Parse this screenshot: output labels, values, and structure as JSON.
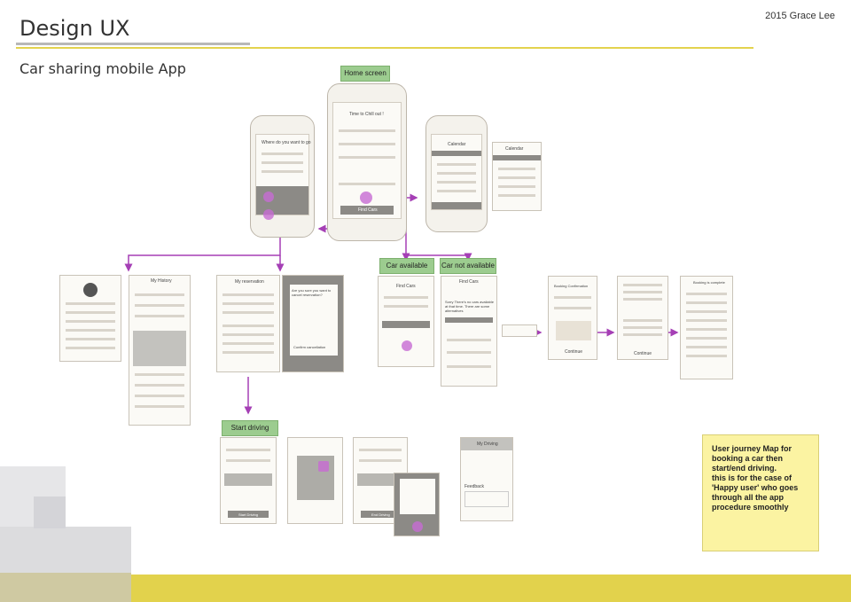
{
  "header": {
    "title": "Design UX",
    "author": "2015 Grace Lee",
    "subtitle": "Car sharing mobile App"
  },
  "labels": {
    "home_screen": "Home screen",
    "car_available": "Car available",
    "car_not_available": "Car not available",
    "start_driving": "Start driving"
  },
  "screens": {
    "left_phone_question": "Where do you want to go",
    "home_question": "Time to Chill out !",
    "home_find_cars": "Find Cars",
    "calendar_title": "Calendar",
    "calendar_popup_title": "Calendar",
    "my_history_title": "My History",
    "my_reservation_title": "My reservation",
    "cancel_prompt": "Are you sure you want to cancel reservation?",
    "confirm_cancellation": "Confirm cancellation",
    "find_cars_title": "Find Cars",
    "find_cars_not_title": "Find Cars",
    "not_available_msg": "Sorry There's no cars available at that time. There are some alternatives",
    "booking_confirmation": "Booking Confirmation",
    "continue_1": "Continue",
    "continue_2": "Continue",
    "booking_complete": "Booking is complete",
    "start_driving_btn": "Start Driving",
    "end_driving_btn": "End Driving",
    "my_driving": "My Driving",
    "feedback": "Feedback"
  },
  "note": "User journey Map for booking a car then start/end driving.\nthis is for the case of 'Happy user' who goes through all the app procedure smoothly",
  "colors": {
    "flow_arrow": "#a53fb5",
    "label_green": "#9ccc8f",
    "note_yellow": "#fbf3a2",
    "bar_yellow": "#e2d24c",
    "rule_gray": "#b8b8b8"
  }
}
